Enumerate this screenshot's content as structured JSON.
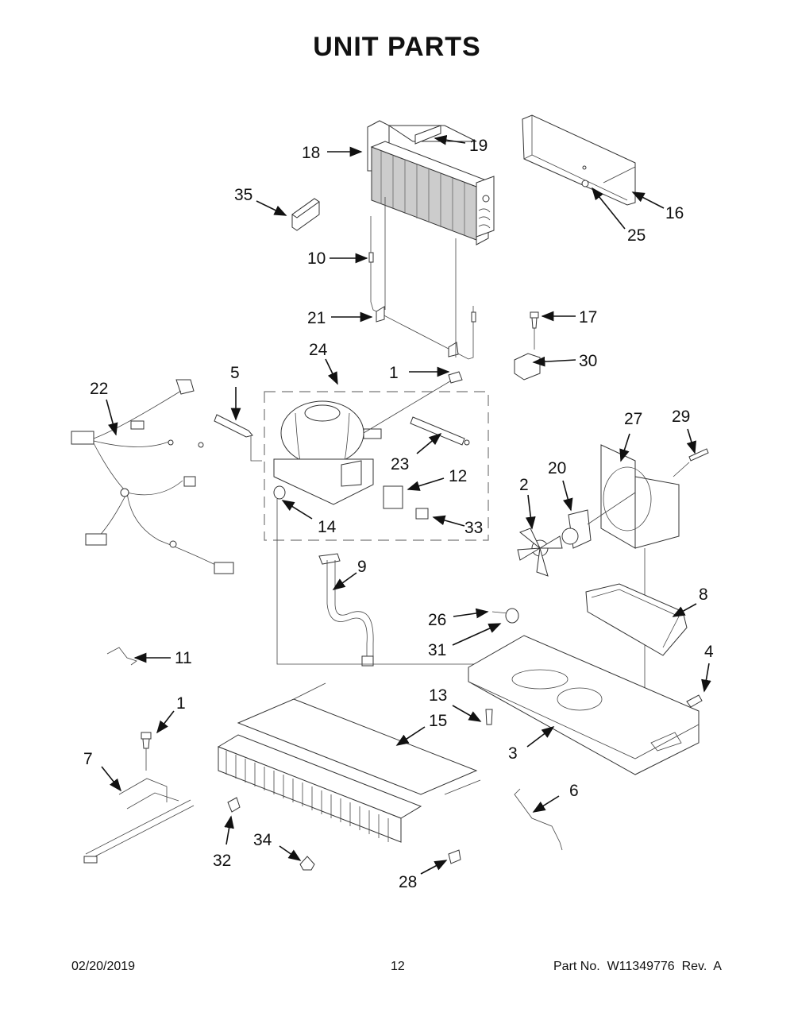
{
  "page": {
    "title": "UNIT PARTS",
    "footer": {
      "date": "02/20/2019",
      "page_number": "12",
      "part_info": "Part No.  W11349776  Rev.  A"
    }
  },
  "callouts": [
    {
      "id": "c18",
      "label": "18"
    },
    {
      "id": "c19",
      "label": "19"
    },
    {
      "id": "c35",
      "label": "35"
    },
    {
      "id": "c16",
      "label": "16"
    },
    {
      "id": "c25",
      "label": "25"
    },
    {
      "id": "c10",
      "label": "10"
    },
    {
      "id": "c21",
      "label": "21"
    },
    {
      "id": "c17",
      "label": "17"
    },
    {
      "id": "c24",
      "label": "24"
    },
    {
      "id": "c1a",
      "label": "1"
    },
    {
      "id": "c30",
      "label": "30"
    },
    {
      "id": "c5",
      "label": "5"
    },
    {
      "id": "c22",
      "label": "22"
    },
    {
      "id": "c23",
      "label": "23"
    },
    {
      "id": "c12",
      "label": "12"
    },
    {
      "id": "c14",
      "label": "14"
    },
    {
      "id": "c33",
      "label": "33"
    },
    {
      "id": "c27",
      "label": "27"
    },
    {
      "id": "c29",
      "label": "29"
    },
    {
      "id": "c2",
      "label": "2"
    },
    {
      "id": "c20",
      "label": "20"
    },
    {
      "id": "c9",
      "label": "9"
    },
    {
      "id": "c8",
      "label": "8"
    },
    {
      "id": "c26",
      "label": "26"
    },
    {
      "id": "c31",
      "label": "31"
    },
    {
      "id": "c11",
      "label": "11"
    },
    {
      "id": "c4",
      "label": "4"
    },
    {
      "id": "c1b",
      "label": "1"
    },
    {
      "id": "c13",
      "label": "13"
    },
    {
      "id": "c15",
      "label": "15"
    },
    {
      "id": "c7",
      "label": "7"
    },
    {
      "id": "c3",
      "label": "3"
    },
    {
      "id": "c6",
      "label": "6"
    },
    {
      "id": "c32",
      "label": "32"
    },
    {
      "id": "c34",
      "label": "34"
    },
    {
      "id": "c28",
      "label": "28"
    }
  ]
}
